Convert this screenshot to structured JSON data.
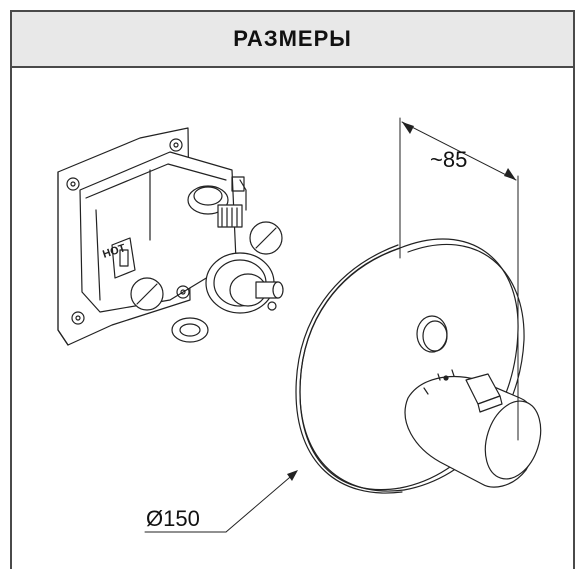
{
  "header": {
    "title": "РАЗМЕРЫ"
  },
  "dimensions": {
    "depth": "~85",
    "diameter": "Ø150"
  },
  "valve": {
    "hot_label": "HOT"
  }
}
